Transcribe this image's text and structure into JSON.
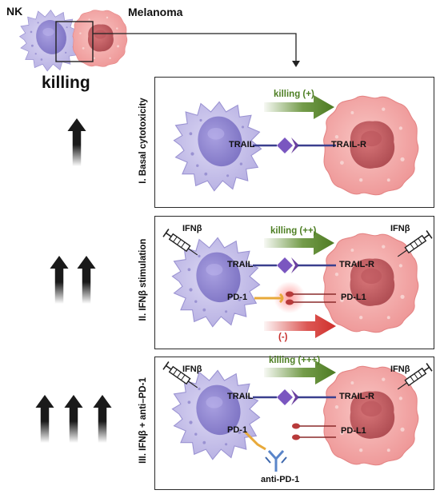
{
  "header": {
    "nk_label": "NK",
    "melanoma_label": "Melanoma",
    "killing_label": "killing"
  },
  "panels": [
    {
      "side_label": "I. Basal cytotoxicity",
      "killing_label": "killing (+)",
      "trail_label": "TRAIL",
      "trail_r_label": "TRAIL-R"
    },
    {
      "side_label": "II. IFNβ stimulation",
      "killing_label": "killing (++)",
      "trail_label": "TRAIL",
      "trail_r_label": "TRAIL-R",
      "pd1_label": "PD-1",
      "pdl1_label": "PD-L1",
      "ifn_left": "IFNβ",
      "ifn_right": "IFNβ",
      "inhibit_label": "(-)"
    },
    {
      "side_label": "III. IFNβ + anti–PD-1",
      "killing_label": "killing (+++)",
      "trail_label": "TRAIL",
      "trail_r_label": "TRAIL-R",
      "pd1_label": "PD-1",
      "pdl1_label": "PD-L1",
      "ifn_left": "IFNβ",
      "ifn_right": "IFNβ",
      "antibody_label": "anti-PD-1"
    }
  ],
  "colors": {
    "nk_cell": "#c9c3ea",
    "nk_nucleus": "#8f86cf",
    "melanoma_cell": "#f4a9a9",
    "melanoma_nucleus": "#c85f64",
    "killing_arrow": "#5b8a2a",
    "inhibit_arrow": "#d63a36",
    "trail": "#6f4fb0",
    "pd1": "#e8a93a",
    "pdl1": "#b83a3a",
    "antibody": "#5a85c9",
    "text_green": "#4e7f24",
    "text_red": "#c62f2c"
  }
}
